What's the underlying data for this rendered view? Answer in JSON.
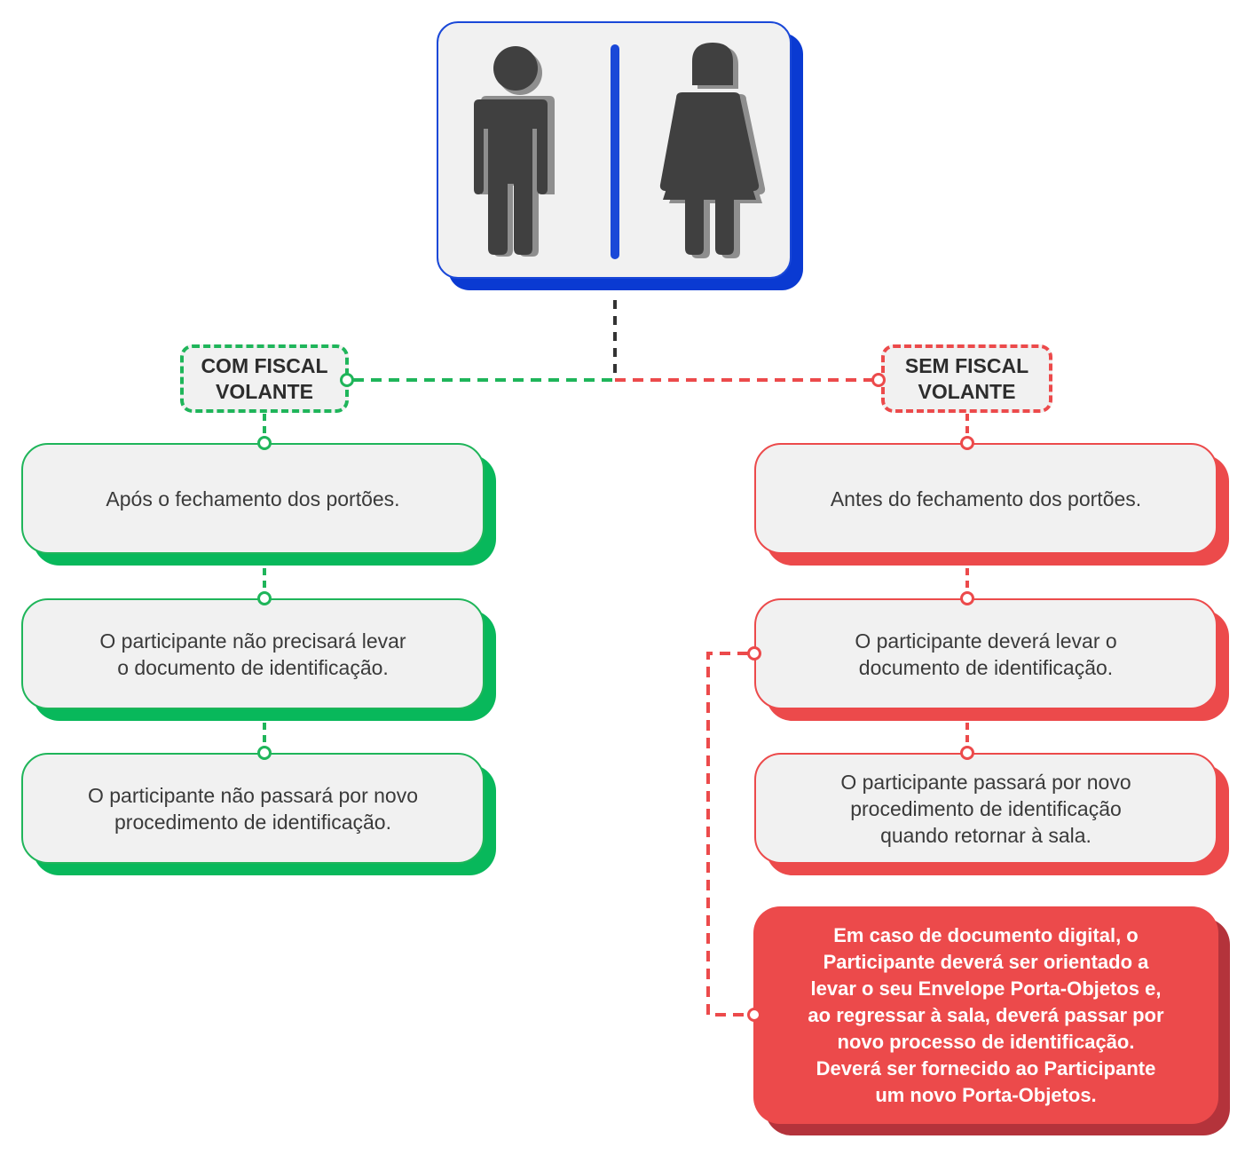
{
  "colors": {
    "green": "#1fb55a",
    "red": "#ec4a4b",
    "blue": "#0a3ad2",
    "figure": "#404040",
    "box_bg": "#f1f1f1"
  },
  "header": {
    "icons": [
      "man-icon",
      "woman-icon"
    ]
  },
  "left": {
    "label_line1": "COM FISCAL",
    "label_line2": "VOLANTE",
    "steps": [
      {
        "line1": "Após o fechamento dos portões."
      },
      {
        "line1": "O participante não precisará levar",
        "line2": "o documento de identificação."
      },
      {
        "line1": "O participante não passará por novo",
        "line2": "procedimento de identificação."
      }
    ]
  },
  "right": {
    "label_line1": "SEM FISCAL",
    "label_line2": "VOLANTE",
    "steps": [
      {
        "line1": "Antes do fechamento dos portões."
      },
      {
        "line1": "O participante deverá levar o",
        "line2": "documento de identificação."
      },
      {
        "line1": "O participante passará por novo",
        "line2": "procedimento de identificação",
        "line3": "quando retornar à sala."
      }
    ],
    "note": {
      "line1": "Em caso de documento digital, o",
      "line2": "Participante deverá ser orientado a",
      "line3": "levar o seu Envelope Porta-Objetos e,",
      "line4": "ao regressar à sala, deverá passar por",
      "line5": "novo processo de identificação.",
      "line6": "Deverá ser fornecido ao Participante",
      "line7": "um novo Porta-Objetos."
    }
  }
}
